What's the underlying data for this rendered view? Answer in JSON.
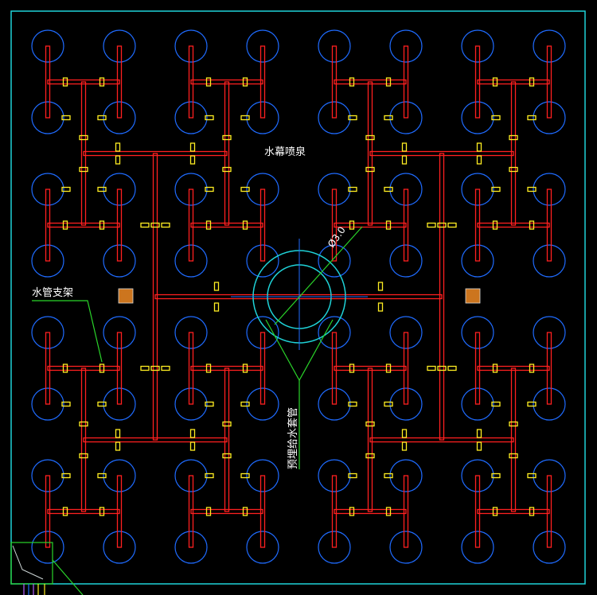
{
  "drawing": {
    "background": "#000000",
    "colors": {
      "frame": "#1fd3d8",
      "nozzle_circle": "#1f6bff",
      "pipe": "#ff2020",
      "support": "#ffee22",
      "center_ring": "#1fd3d8",
      "leader": "#2ad52a",
      "crosshair": "#1f6bff",
      "pump_block": "#f08a24",
      "text": "#ffffff"
    },
    "labels": {
      "water_feature": "水幕喷泉",
      "pipe_support": "水管支架",
      "diameter": "Ø3.0",
      "water_supply": "预埋给水套管"
    }
  }
}
